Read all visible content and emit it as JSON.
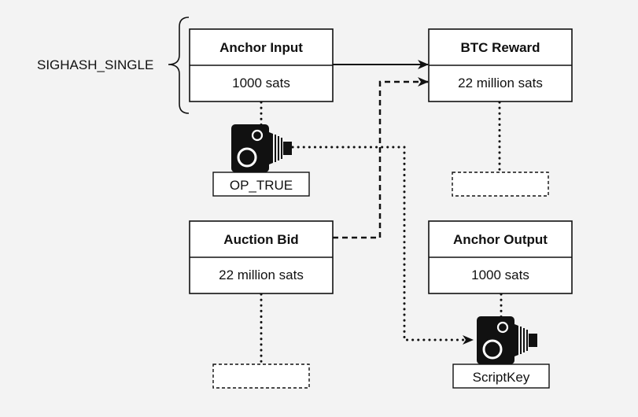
{
  "side_label": "SIGHASH_SINGLE",
  "boxes": {
    "anchor_input": {
      "title": "Anchor Input",
      "value": "1000 sats"
    },
    "btc_reward": {
      "title": "BTC Reward",
      "value": "22 million sats"
    },
    "auction_bid": {
      "title": "Auction Bid",
      "value": "22 million sats"
    },
    "anchor_output": {
      "title": "Anchor Output",
      "value": "1000 sats"
    }
  },
  "script_labels": {
    "op_true": "OP_TRUE",
    "script_key": "ScriptKey"
  },
  "icons": {
    "op_true": "camera-icon",
    "script_key": "camera-icon"
  },
  "colors": {
    "background": "#f3f3f3",
    "stroke": "#111111",
    "box_fill": "#ffffff"
  }
}
